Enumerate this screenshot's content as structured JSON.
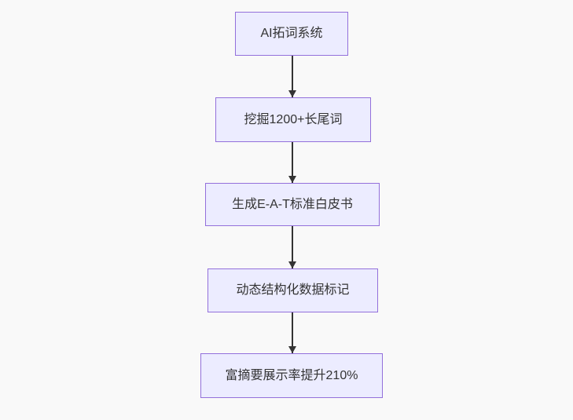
{
  "flowchart": {
    "direction": "top-down",
    "nodes": [
      {
        "id": "n1",
        "label": "AI拓词系统"
      },
      {
        "id": "n2",
        "label": "挖掘1200+长尾词"
      },
      {
        "id": "n3",
        "label": "生成E-A-T标准白皮书"
      },
      {
        "id": "n4",
        "label": "动态结构化数据标记"
      },
      {
        "id": "n5",
        "label": "富摘要展示率提升210%"
      }
    ],
    "edges": [
      {
        "from": "n1",
        "to": "n2",
        "style": "arrow-down"
      },
      {
        "from": "n2",
        "to": "n3",
        "style": "arrow-down"
      },
      {
        "from": "n3",
        "to": "n4",
        "style": "arrow-down"
      },
      {
        "from": "n4",
        "to": "n5",
        "style": "arrow-down"
      }
    ]
  },
  "colors": {
    "page_bg": "#f9f9f9",
    "node_fill": "#ececff",
    "node_border": "#9370db",
    "arrow_color": "#333333",
    "text_color": "#333333"
  }
}
